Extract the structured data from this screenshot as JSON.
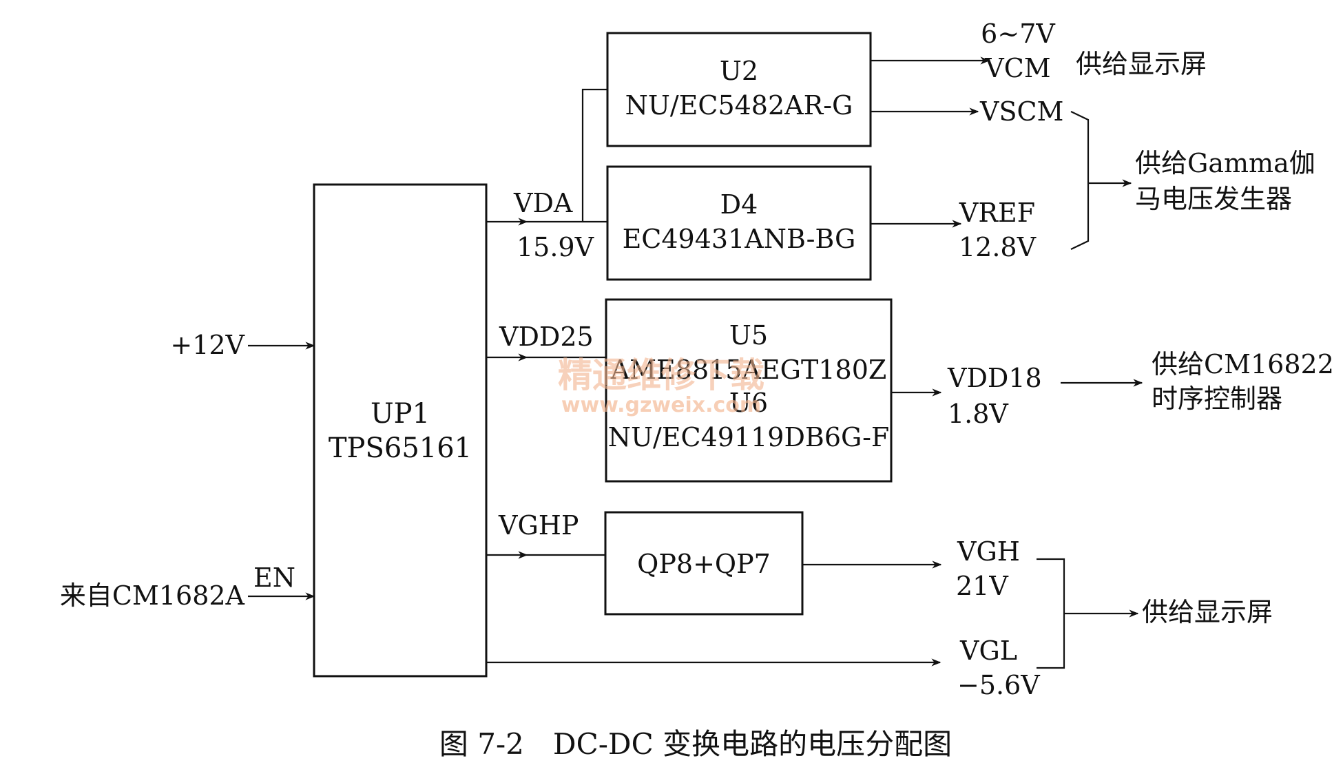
{
  "blocks": {
    "up1": {
      "name": "UP1",
      "part": "TPS65161"
    },
    "u2": {
      "name": "U2",
      "part": "NU/EC5482AR-G"
    },
    "d4": {
      "name": "D4",
      "part": "EC49431ANB-BG"
    },
    "u5u6": {
      "name1": "U5",
      "part1": "AME8815AEGT180Z",
      "name2": "U6",
      "part2": "NU/EC49119DB6G-F"
    },
    "qp": {
      "name": "QP8+QP7"
    }
  },
  "inputs": {
    "v12": "+12V",
    "from": "来自CM1682A",
    "en": "EN"
  },
  "rails": {
    "vda": "VDA",
    "vda_v": "15.9V",
    "vdd25": "VDD25",
    "vghp": "VGHP",
    "vcm_v": "6~7V",
    "vcm": "VCM",
    "vscm": "VSCM",
    "vref": "VREF",
    "vref_v": "12.8V",
    "vdd18": "VDD18",
    "vdd18_v": "1.8V",
    "vgh": "VGH",
    "vgh_v": "21V",
    "vgl": "VGL",
    "vgl_v": "−5.6V"
  },
  "targets": {
    "display1": "供给显示屏",
    "gamma1": "供给Gamma伽",
    "gamma2": "马电压发生器",
    "tcon1": "供给CM16822",
    "tcon2": "时序控制器",
    "display2": "供给显示屏"
  },
  "caption": "图 7-2　DC-DC 变换电路的电压分配图",
  "watermark": {
    "line1": "精通维修下载",
    "line2": "www.gzweix.com"
  }
}
